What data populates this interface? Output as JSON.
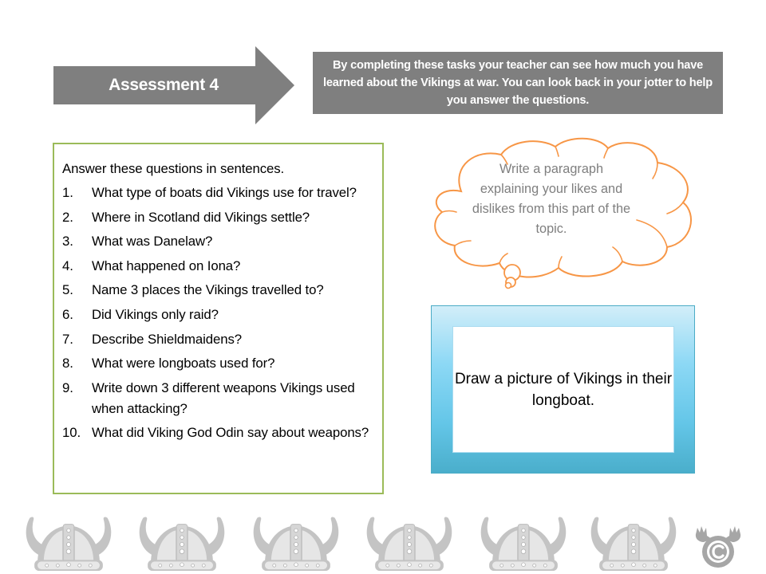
{
  "header": {
    "arrow_label": "Assessment 4",
    "intro_text": "By completing these tasks your teacher can see how much you have learned about the Vikings at war. You can look back in your jotter to help you answer the questions."
  },
  "questions": {
    "intro": "Answer these questions in sentences.",
    "items": [
      {
        "num": "1.",
        "text": "What type of boats did Vikings use for travel?"
      },
      {
        "num": "2.",
        "text": "Where in Scotland did Vikings settle?"
      },
      {
        "num": "3.",
        "text": "What was Danelaw?"
      },
      {
        "num": "4.",
        "text": "What happened on Iona?"
      },
      {
        "num": "5.",
        "text": "Name 3 places the Vikings travelled to?"
      },
      {
        "num": "6.",
        "text": "Did Vikings only raid?"
      },
      {
        "num": "7.",
        "text": "Describe Shieldmaidens?"
      },
      {
        "num": "8.",
        "text": "What were longboats used for?"
      },
      {
        "num": "9.",
        "text": "Write down 3 different weapons Vikings used when attacking?"
      },
      {
        "num": "10.",
        "text": "What did Viking God Odin say about weapons?"
      }
    ]
  },
  "thought_cloud": {
    "text": "Write a paragraph explaining your likes and dislikes from this part of the topic."
  },
  "draw_task": {
    "text": "Draw a picture of Vikings in their longboat."
  },
  "footer": {
    "helmet_icons": [
      "viking-helmet-icon",
      "viking-helmet-icon",
      "viking-helmet-icon",
      "viking-helmet-icon",
      "viking-helmet-icon",
      "viking-helmet-icon"
    ],
    "badge_icon": "moose-copyright-icon"
  },
  "colors": {
    "arrow_gray": "#7f7f7f",
    "questions_border": "#9bbb59",
    "cloud_outline": "#f79646",
    "cloud_text": "#7f7f7f",
    "draw_frame_blue": "#4bacc6",
    "helmet_gray": "#bfbfbf"
  }
}
